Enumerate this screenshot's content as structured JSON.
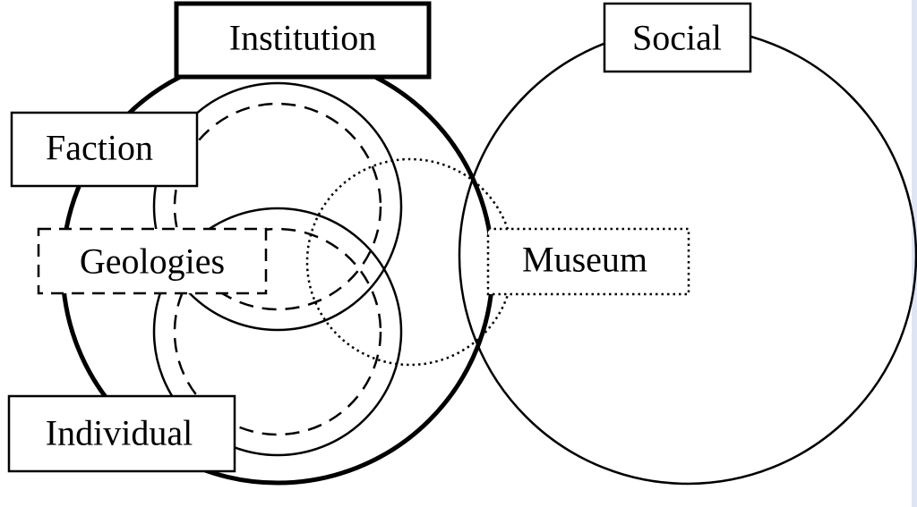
{
  "diagram": {
    "labels": {
      "institution": "Institution",
      "social": "Social",
      "faction": "Faction",
      "geologies": "Geologies",
      "museum": "Museum",
      "individual": "Individual"
    },
    "edge_strip_color": "#dfe5f5"
  }
}
